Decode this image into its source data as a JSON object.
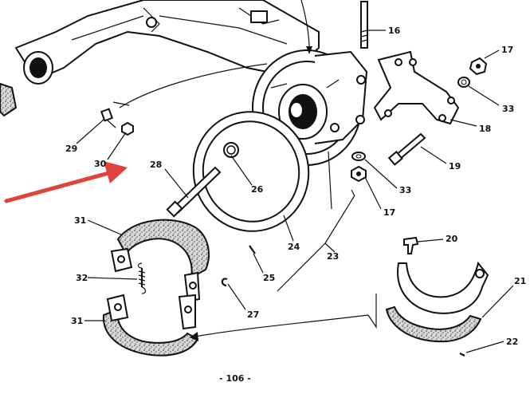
{
  "diagram": {
    "page_number": "- 106 -",
    "callouts": {
      "c16": "16",
      "c17a": "17",
      "c17b": "17",
      "c18": "18",
      "c19": "19",
      "c20": "20",
      "c21": "21",
      "c22": "22",
      "c23": "23",
      "c24": "24",
      "c25": "25",
      "c26": "26",
      "c27": "27",
      "c28": "28",
      "c29": "29",
      "c30": "30",
      "c31a": "31",
      "c31b": "31",
      "c32": "32",
      "c33a": "33",
      "c33b": "33"
    },
    "colors": {
      "ink": "#111111",
      "highlight_arrow": "#e0433a",
      "paper": "#ffffff"
    }
  }
}
